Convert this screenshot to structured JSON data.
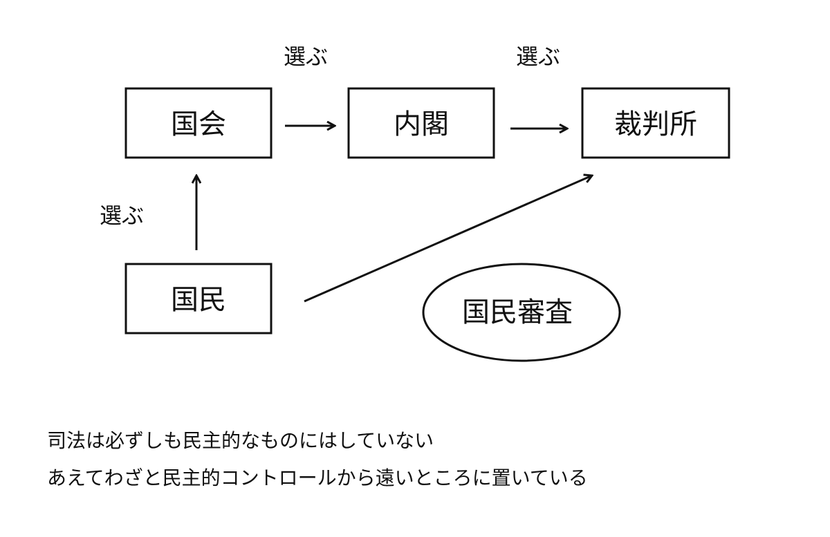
{
  "nodes": {
    "kokkai": "国会",
    "naikaku": "内閣",
    "saibansho": "裁判所",
    "kokumin": "国民",
    "kokumin_shinsa": "国民審査"
  },
  "edges": {
    "kokumin_to_kokkai": "選ぶ",
    "kokkai_to_naikaku": "選ぶ",
    "naikaku_to_saibansho": "選ぶ"
  },
  "notes": [
    "司法は必ずしも民主的なものにはしていない",
    "あえてわざと民主的コントロールから遠いところに置いている"
  ]
}
